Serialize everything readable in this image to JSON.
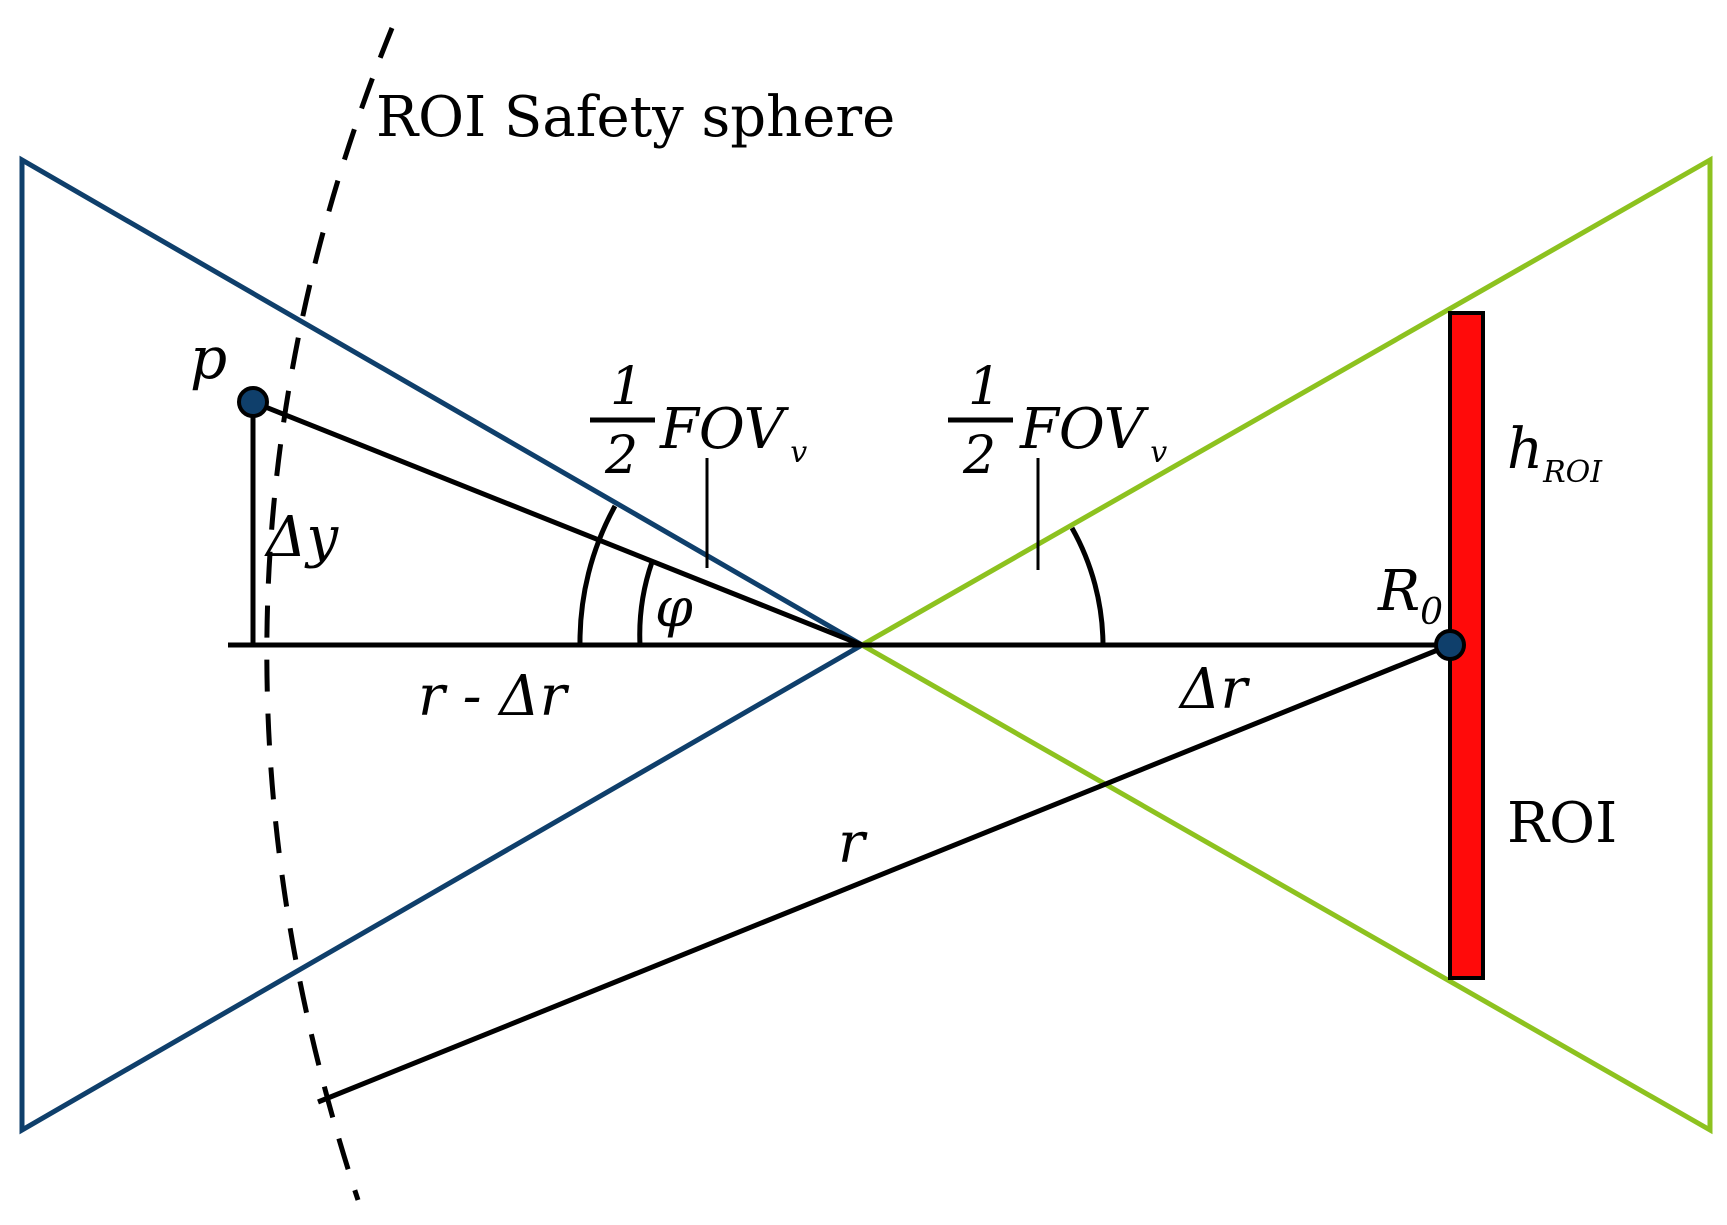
{
  "labels": {
    "sphere": "ROI Safety sphere",
    "p": "p",
    "R0_main": "R",
    "R0_sub": "0",
    "delta_y": "Δy",
    "r_minus_dr": "r - Δr",
    "delta_r": "Δr",
    "r": "r",
    "phi": "φ",
    "h_main": "h",
    "h_sub": "ROI",
    "roi": "ROI",
    "fov_num": "1",
    "fov_den": "2",
    "fov_main": "FOV",
    "fov_sub": "v"
  },
  "colors": {
    "left_frustum": "#0f3f6b",
    "right_frustum": "#8dc21f",
    "roi_bar": "#ff0a0a",
    "line": "#000000",
    "point": "#0f3f6b"
  }
}
